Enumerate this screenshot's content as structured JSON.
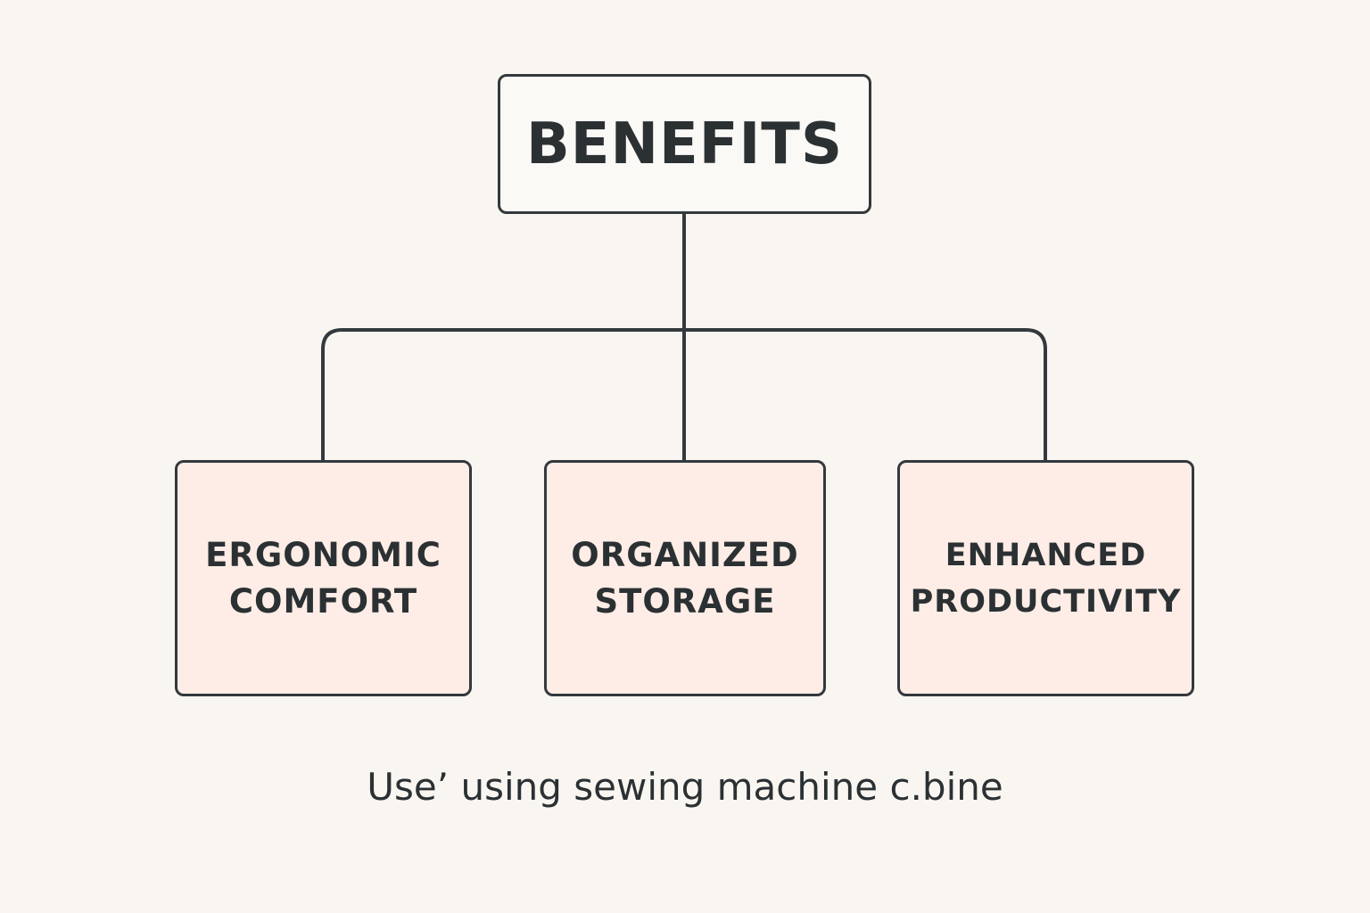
{
  "root": {
    "label": "BENEFITS"
  },
  "children": [
    {
      "label": "ERGONOMIC\nCOMFORT"
    },
    {
      "label": "ORGANIZED\nSTORAGE"
    },
    {
      "label": "ENHANCED\nPRODUCTIVITY"
    }
  ],
  "caption": "Use’ using sewing machine c.bine",
  "colors": {
    "background": "#f9f6f1",
    "root_fill": "#fbf9f6",
    "child_fill": "#fdede6",
    "stroke": "#33393d"
  }
}
